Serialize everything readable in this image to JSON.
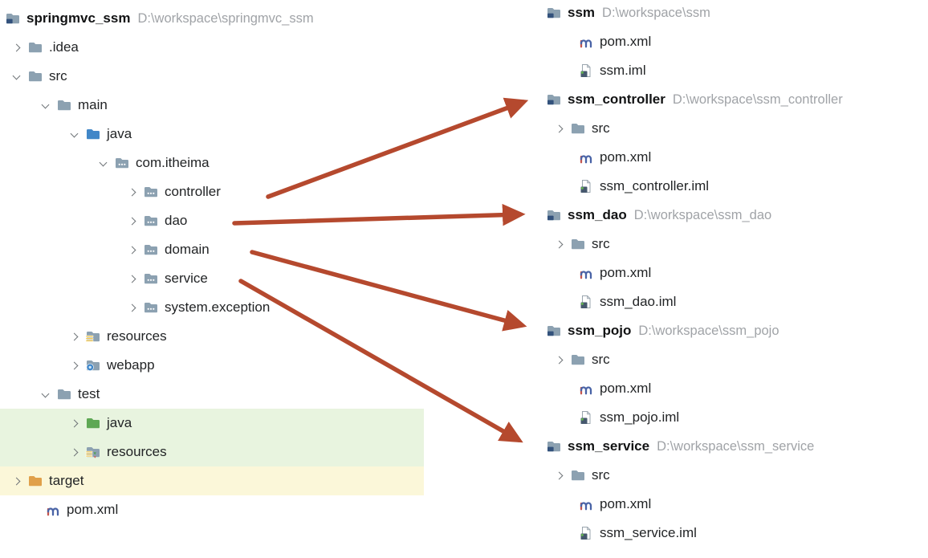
{
  "left_tree": {
    "root": {
      "name": "springmvc_ssm",
      "path": "D:\\workspace\\springmvc_ssm"
    },
    "items": [
      ".idea",
      "src",
      "main",
      "java",
      "com.itheima",
      "controller",
      "dao",
      "domain",
      "service",
      "system.exception",
      "resources",
      "webapp",
      "test",
      "java",
      "resources",
      "target",
      "pom.xml"
    ]
  },
  "right_trees": [
    {
      "name": "ssm",
      "path": "D:\\workspace\\ssm",
      "items": [
        "pom.xml",
        "ssm.iml"
      ]
    },
    {
      "name": "ssm_controller",
      "path": "D:\\workspace\\ssm_controller",
      "items": [
        "src",
        "pom.xml",
        "ssm_controller.iml"
      ]
    },
    {
      "name": "ssm_dao",
      "path": "D:\\workspace\\ssm_dao",
      "items": [
        "src",
        "pom.xml",
        "ssm_dao.iml"
      ]
    },
    {
      "name": "ssm_pojo",
      "path": "D:\\workspace\\ssm_pojo",
      "items": [
        "src",
        "pom.xml",
        "ssm_pojo.iml"
      ]
    },
    {
      "name": "ssm_service",
      "path": "D:\\workspace\\ssm_service",
      "items": [
        "src",
        "pom.xml",
        "ssm_service.iml"
      ]
    }
  ],
  "arrows": [
    {
      "from": "controller",
      "to": "ssm_controller"
    },
    {
      "from": "dao",
      "to": "ssm_dao"
    },
    {
      "from": "domain",
      "to": "ssm_pojo"
    },
    {
      "from": "service",
      "to": "ssm_service"
    }
  ],
  "colors": {
    "arrow": "#B5492E",
    "highlight_green": "#E8F4DF",
    "highlight_yellow": "#FBF7D9",
    "folder": "#8CA1B1",
    "folder_source": "#4187C8",
    "folder_test": "#5EA854",
    "folder_excluded": "#E0A04A",
    "project_badge": "#33527C",
    "path_text": "#A0A3A7"
  },
  "icons": {
    "project-folder-icon": "folder with dark module badge",
    "folder-icon": "plain folder",
    "package-icon": "folder with three dots",
    "resources-folder-icon": "folder with yellow lines badge",
    "webapp-folder-icon": "folder with blue globe dot",
    "test-resources-folder-icon": "folder with yellow lines and green/red arrows",
    "maven-icon": "letter m (red stem, blue arches)",
    "iml-file-icon": "file page with dark module badge and green dot",
    "chevron-right-icon": "collapsed angle",
    "chevron-down-icon": "expanded angle"
  }
}
